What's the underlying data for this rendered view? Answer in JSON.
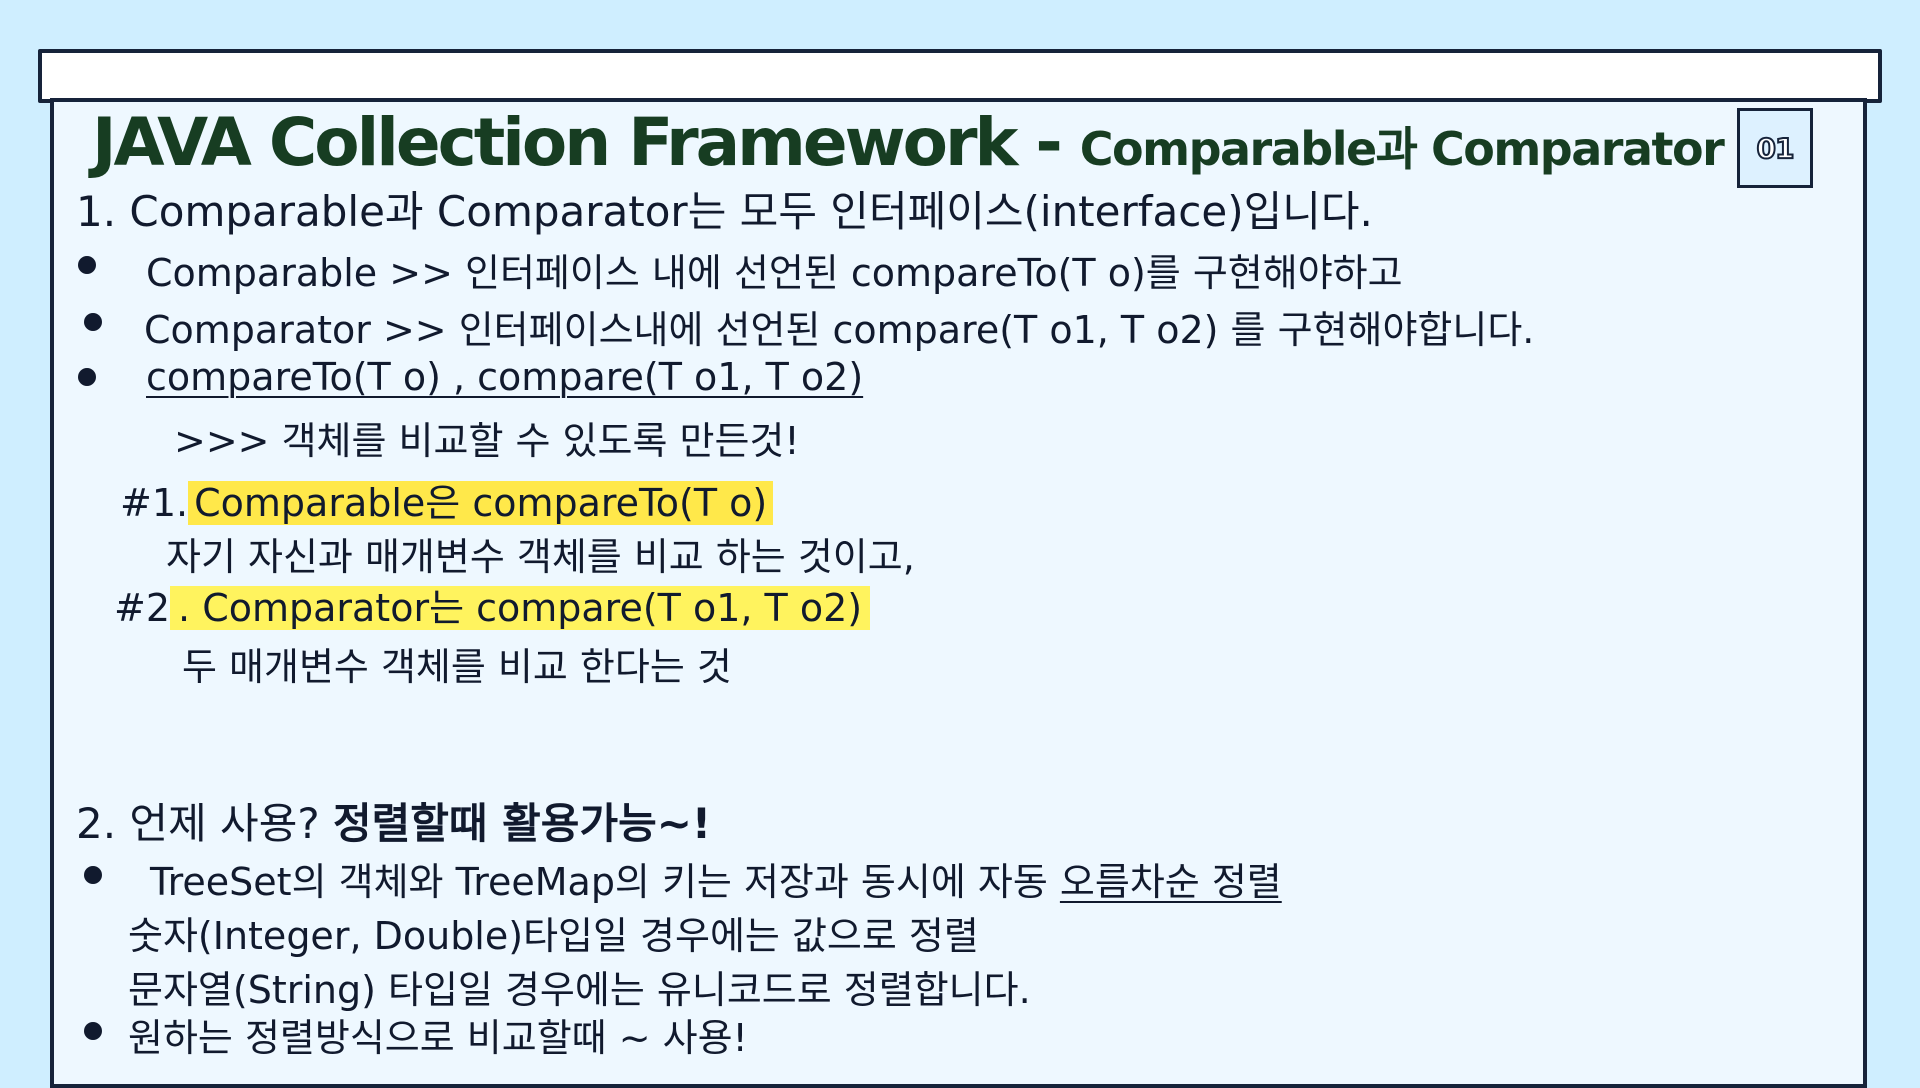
{
  "slide": {
    "page_number": "01",
    "title_main": "JAVA Collection Framework - ",
    "title_sub": "Comparable과 Comparator"
  },
  "section1": {
    "heading": "1.  Comparable과 Comparator는 모두 인터페이스(interface)입니다.",
    "bullet1": "Comparable >> 인터페이스 내에 선언된  compareTo(T o)를 구현해야하고",
    "bullet2": "Comparator >> 인터페이스내에 선언된  compare(T o1, T o2) 를 구현해야합니다.",
    "bullet3": "compareTo(T o) ,  compare(T o1, T o2)  ",
    "arrow_note": ">>>  객체를 비교할 수 있도록 만든것!",
    "item1_prefix": "#1.",
    "item1_highlight": "Comparable은  compareTo(T o)",
    "item1_desc": "자기 자신과 매개변수 객체를 비교 하는 것이고,",
    "item2_prefix": "#2",
    "item2_highlight": ". Comparator는  compare(T o1, T o2)",
    "item2_desc": "두 매개변수 객체를 비교 한다는 것"
  },
  "section2": {
    "heading_prefix": "2. 언제 사용?   ",
    "heading_emphasis": "정렬할때 활용가능~!",
    "bullet1_text": " TreeSet의 객체와 TreeMap의 키는 저장과 동시에 자동 ",
    "bullet1_underlined": "오름차순 정렬",
    "line2": "숫자(Integer, Double)타입일 경우에는 값으로 정렬",
    "line3": "문자열(String) 타입일 경우에는 유니코드로 정렬합니다.",
    "bullet2": "원하는 정렬방식으로 비교할때 ~ 사용!"
  }
}
